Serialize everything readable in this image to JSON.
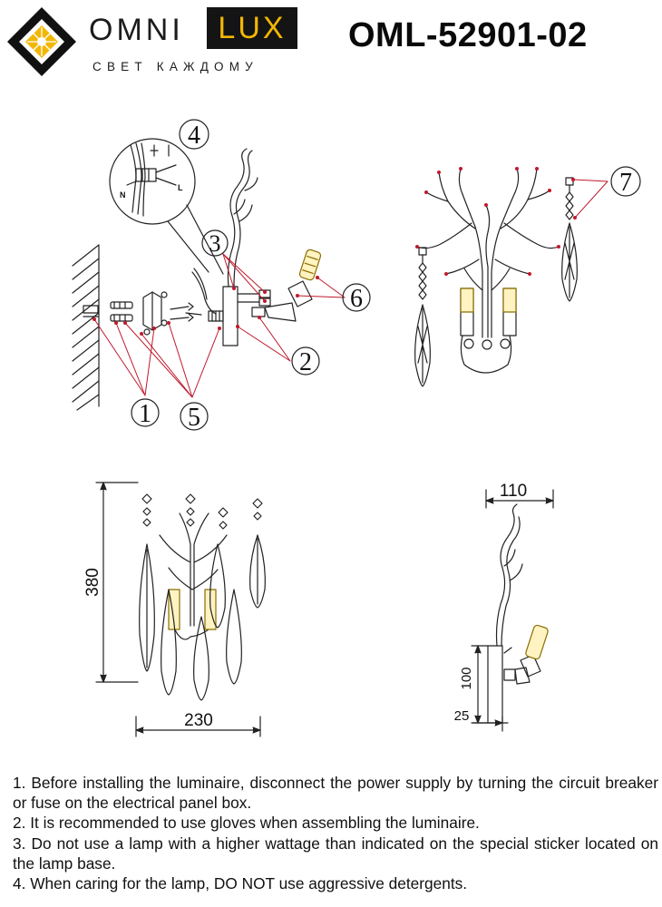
{
  "brand": {
    "name_part1": "OMNI",
    "name_part2": "LUX",
    "tagline": "СВЕТ КАЖДОМУ",
    "colors": {
      "accent": "#f2b705",
      "dark": "#141414"
    }
  },
  "model_code": "OML-52901-02",
  "callouts": [
    "1",
    "2",
    "3",
    "4",
    "5",
    "6",
    "7"
  ],
  "dimensions": {
    "height": "380",
    "width": "230",
    "depth": "110",
    "base_height": "100",
    "base_depth": "25"
  },
  "wiring_labels": {
    "neutral": "N",
    "live": "L"
  },
  "instructions": [
    "1. Before installing the luminaire, disconnect the power supply by turning the circuit breaker or fuse on the electrical panel box.",
    "2. It is recommended to use gloves when assembling the luminaire.",
    "3. Do not use a lamp with a higher wattage than indicated on the special sticker located on the lamp base.",
    "4. When caring for the lamp, DO NOT use aggressive detergents."
  ]
}
